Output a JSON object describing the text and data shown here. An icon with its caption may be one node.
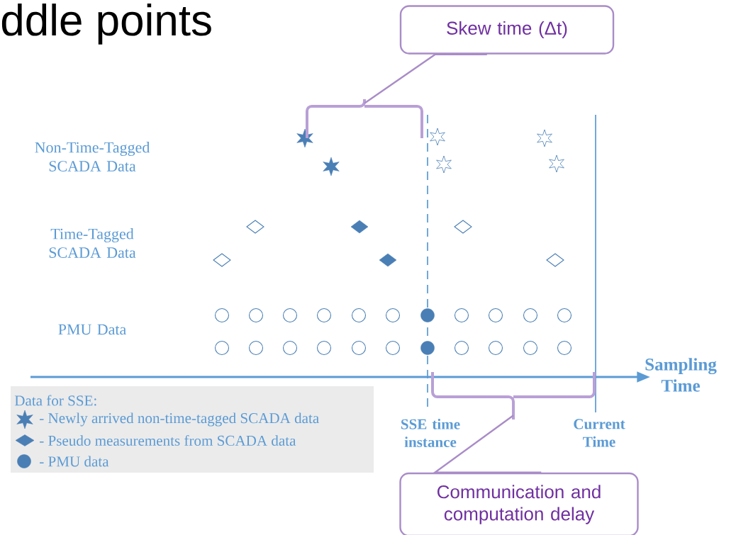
{
  "diagram": {
    "title": "ddle points",
    "nodes": [
      {
        "text": [
          "Skew time (Δt)"
        ]
      },
      {
        "text": [],
        "shape": "brace"
      },
      {
        "text": [
          "Communication and computation delay"
        ]
      },
      {
        "text": [],
        "shape": "brace"
      }
    ],
    "edges": [
      {
        "from": 0,
        "to": 1,
        "arrow": "none"
      },
      {
        "from": 2,
        "to": 3,
        "arrow": "none"
      }
    ],
    "labels": [
      "Non-Time-Tagged SCADA Data",
      "Time-Tagged SCADA Data",
      "PMU Data",
      "Sampling Time",
      "SSE time instance",
      "Current Time",
      "Data for SSE:"
    ],
    "legend": [
      {
        "text": "- Newly arrived non-time-tagged SCADA data"
      },
      {
        "text": "- Pseudo measurements from SCADA data"
      },
      {
        "text": "- PMU data"
      }
    ]
  }
}
